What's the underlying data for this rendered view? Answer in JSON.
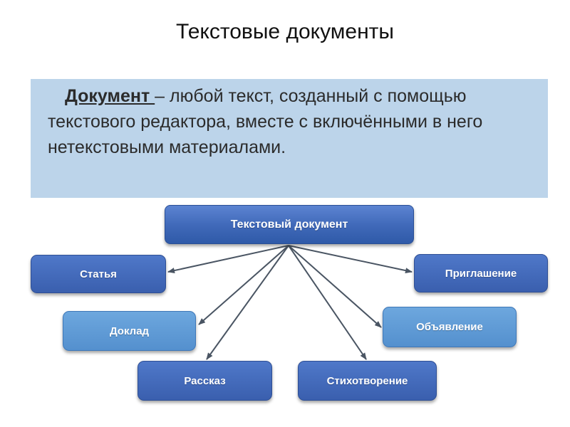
{
  "title": "Текстовые документы",
  "definition": {
    "term": "Документ ",
    "text": "– любой текст, созданный с помощью текстового редактора, вместе с включёнными в него нетекстовыми материалами."
  },
  "diagram": {
    "root": "Текстовый документ",
    "children": {
      "article": "Статья",
      "report": "Доклад",
      "story": "Рассказ",
      "poem": "Стихотворение",
      "announcement": "Объявление",
      "invitation": "Приглашение"
    }
  },
  "colors": {
    "definition_bg": "#bcd4ea",
    "node_dark": "#3f68b8",
    "node_light": "#5b9bd5",
    "arrow": "#4a5563"
  }
}
